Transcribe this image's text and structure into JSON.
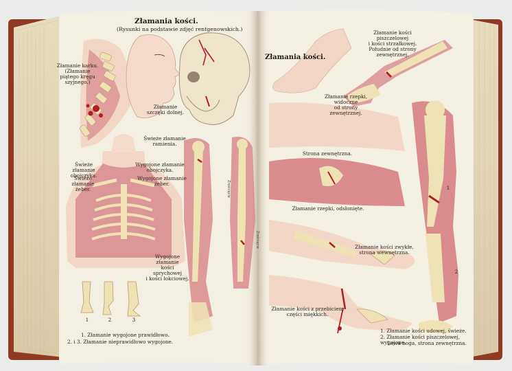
{
  "left_page": {
    "title": "Złamania kości.",
    "subtitle": "(Rysunki na podstawie zdjęć rentgenowskich.)",
    "labels": {
      "neck": "Złamanie karku.\n(Złamanie\npiątego kręgu\nszyjnego.)",
      "jaw": "Złamanie\nszczęki dolnej.",
      "fresh_arm": "Świeże złamanie\nramienia.",
      "clavicle": "Świeże złamanie\nobojczyka.",
      "healed": "Wygojone złamanie\nobojczyka.",
      "ribs_fresh": "Świeże złamanie\nżeber.",
      "ribs_healed": "Wygojone złamanie\nżeber.",
      "radius": "Wygojone\nzłamanie\nkości\nsprychowej\ni kości łokciowej.",
      "n1": "1",
      "n2": "2",
      "n3": "3",
      "cap1": "1. Złamanie wygojone prawidłowo.",
      "cap2": "2. i 3. Złamanie nieprawidłowo wygojone.",
      "vert1": "Zrośnięcie",
      "vert2": "Zrośnięcie"
    }
  },
  "right_page": {
    "title": "Złamania kości.",
    "labels": {
      "shin": "Złamanie kości\npiszczelowej\ni kości strzałkowej.\nPołudnie od strony\nzewnętrznej.",
      "patella": "Złamanie rzepki,\nwidoczne\nod strony\nzewnętrznej.",
      "outer": "Strona zewnętrzna.",
      "patella_open": "Złamanie rzepki, odsłonięte.",
      "simple": "Złamanie kości zwykłe,\nstrona wewnętrzna.",
      "compound": "Złamanie kości z przebiciem\nczęści miękkich.",
      "n1": "1",
      "n2": "2",
      "cap1": "1. Złamanie kości udowej, świeże.",
      "cap2": "2. Złamanie kości piszczelowej, wygojone.",
      "cap3": "Lewa noga, strona zewnętrzna."
    }
  },
  "colors": {
    "background": "#ececea",
    "cover": "#8f3a22",
    "page": "#f4efe3",
    "muscle": "#d98b8e",
    "bone": "#efe2b4",
    "skin": "#f2d7c6",
    "blood": "#b01e22"
  }
}
